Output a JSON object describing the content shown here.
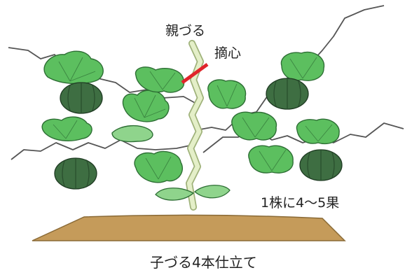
{
  "labels": {
    "main_vine": "親づる",
    "pinching": "摘心",
    "fruit_count": "1株に4〜5果",
    "caption": "子づる4本仕立て"
  },
  "colors": {
    "leaf": "#5cbf5f",
    "leaf_light": "#8fd48c",
    "leaf_outline": "#2d6e34",
    "fruit": "#3e6e42",
    "fruit_dark": "#2a4f2e",
    "vine_stroke": "#555555",
    "main_stem": "#e4efc8",
    "cut_mark": "#e0252b",
    "soil": "#c59b5a"
  }
}
